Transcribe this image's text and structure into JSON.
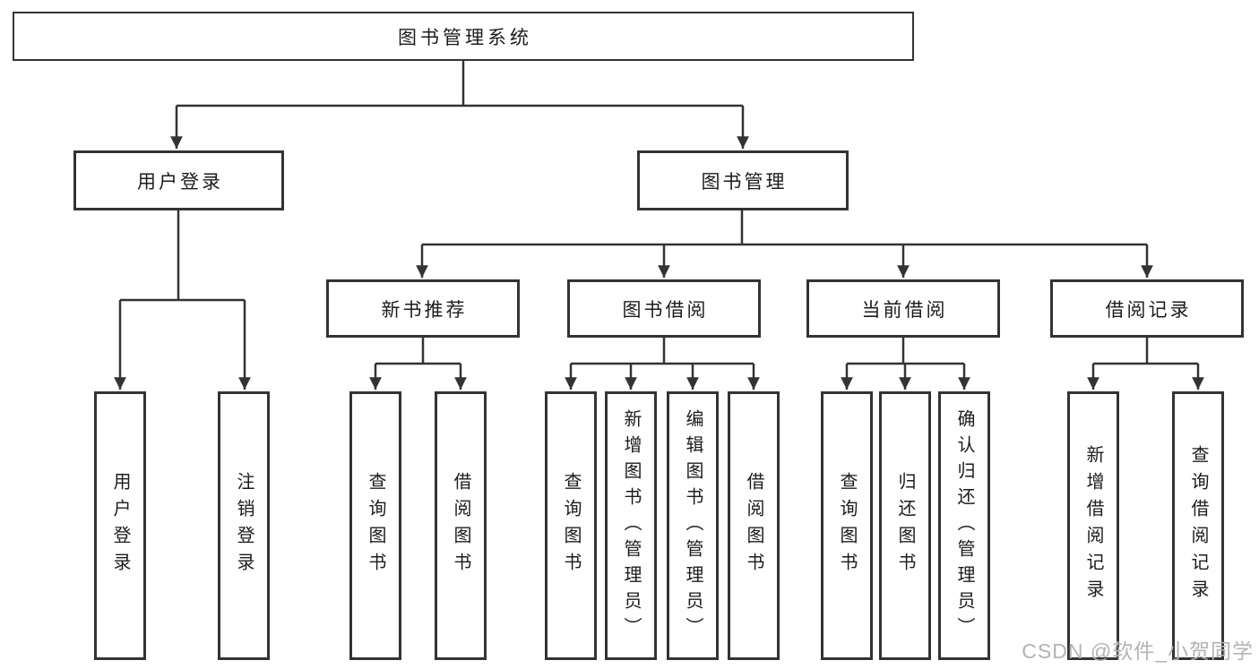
{
  "diagram": {
    "type": "tree-structure-chart",
    "root": {
      "label": "图书管理系统"
    },
    "branches": [
      {
        "label": "用户登录",
        "children": [
          {
            "label": "用户登录"
          },
          {
            "label": "注销登录"
          }
        ]
      },
      {
        "label": "图书管理",
        "children": [
          {
            "label": "新书推荐",
            "children": [
              {
                "label": "查询图书"
              },
              {
                "label": "借阅图书"
              }
            ]
          },
          {
            "label": "图书借阅",
            "children": [
              {
                "label": "查询图书"
              },
              {
                "label": "新增图书（管理员）"
              },
              {
                "label": "编辑图书（管理员）"
              },
              {
                "label": "借阅图书"
              }
            ]
          },
          {
            "label": "当前借阅",
            "children": [
              {
                "label": "查询图书"
              },
              {
                "label": "归还图书"
              },
              {
                "label": "确认归还（管理员）"
              }
            ]
          },
          {
            "label": "借阅记录",
            "children": [
              {
                "label": "新增借阅记录"
              },
              {
                "label": "查询借阅记录"
              }
            ]
          }
        ]
      }
    ]
  },
  "watermark": "CSDN @软件_小贺同学",
  "colors": {
    "line": "#333333",
    "box_border": "#333333",
    "text": "#1c1c1c",
    "watermark": "#b3b3b3",
    "background": "#ffffff"
  }
}
